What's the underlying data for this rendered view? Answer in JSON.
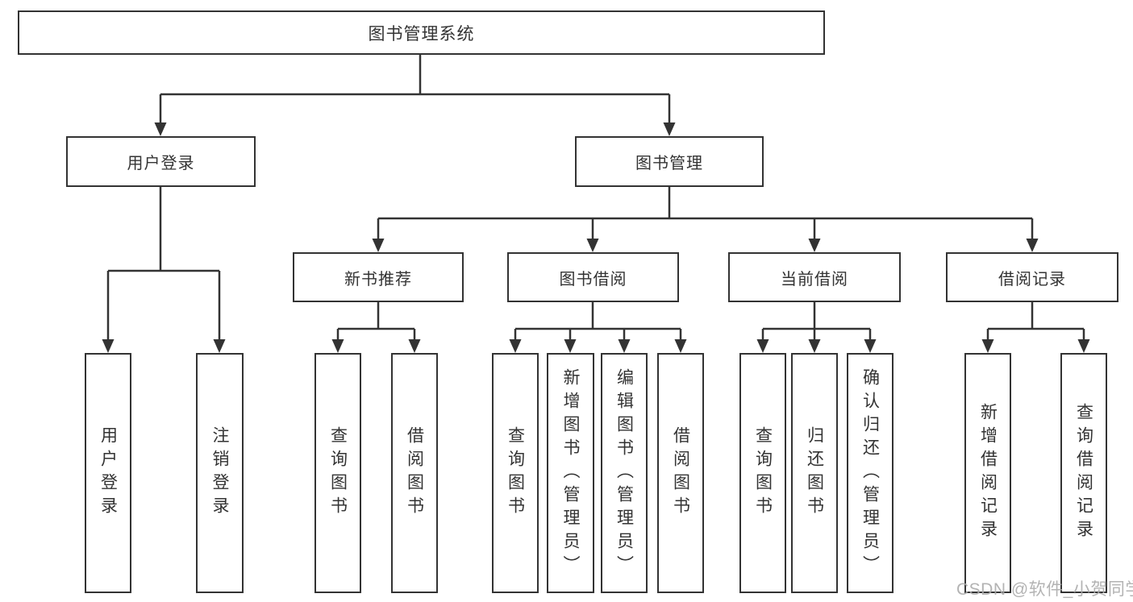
{
  "page": {
    "background": "#ffffff"
  },
  "colors": {
    "line": "#333333",
    "text": "#333333",
    "box_background": "#ffffff",
    "watermark": "#ababab"
  },
  "watermark": {
    "text": "CSDN @软件_小贺同学"
  },
  "tree": {
    "label": "图书管理系统",
    "children": [
      {
        "label": "用户登录",
        "children": [
          {
            "label": "用户登录"
          },
          {
            "label": "注销登录"
          }
        ]
      },
      {
        "label": "图书管理",
        "children": [
          {
            "label": "新书推荐",
            "children": [
              {
                "label": "查询图书"
              },
              {
                "label": "借阅图书"
              }
            ]
          },
          {
            "label": "图书借阅",
            "children": [
              {
                "label": "查询图书"
              },
              {
                "label": "新增图书（管理员）"
              },
              {
                "label": "编辑图书（管理员）"
              },
              {
                "label": "借阅图书"
              }
            ]
          },
          {
            "label": "当前借阅",
            "children": [
              {
                "label": "查询图书"
              },
              {
                "label": "归还图书"
              },
              {
                "label": "确认归还（管理员）"
              }
            ]
          },
          {
            "label": "借阅记录",
            "children": [
              {
                "label": "新增借阅记录"
              },
              {
                "label": "查询借阅记录"
              }
            ]
          }
        ]
      }
    ]
  }
}
